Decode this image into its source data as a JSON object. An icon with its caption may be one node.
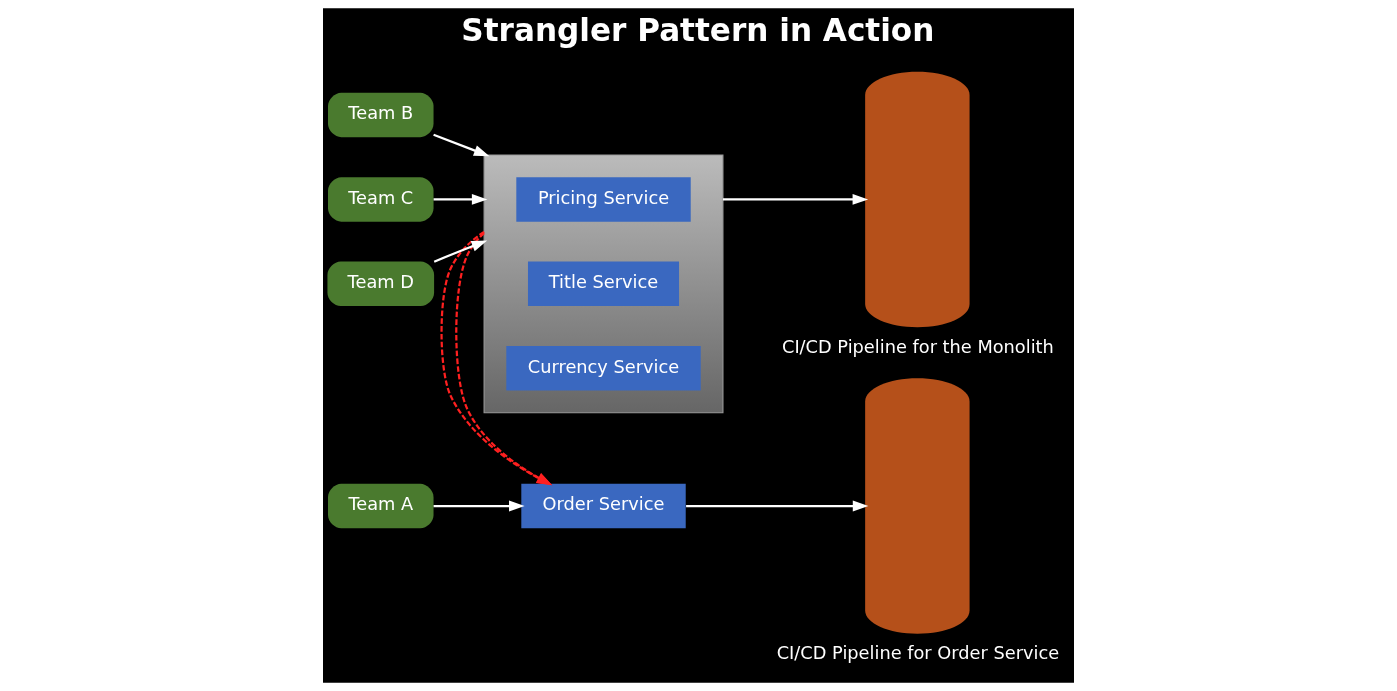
{
  "diagram": {
    "title": "Strangler Pattern in Action",
    "nodes": [
      {
        "text": [
          "Team A"
        ]
      },
      {
        "text": [
          "Order Service"
        ]
      },
      {
        "text": [],
        "shape": "cylinder",
        "beside": [
          "CI/CD Pipeline for Order Service"
        ]
      },
      {
        "text": [
          "Team B"
        ]
      },
      {
        "text": [],
        "shape": "box"
      },
      {
        "text": [
          "Pricing Service"
        ],
        "in": 4
      },
      {
        "text": [
          "Title Service"
        ],
        "in": 4
      },
      {
        "text": [
          "Team C"
        ]
      },
      {
        "text": [
          "Currency Service"
        ],
        "in": 4
      },
      {
        "text": [
          "Team D"
        ]
      },
      {
        "text": [],
        "shape": "cylinder",
        "beside": [
          "CI/CD Pipeline for the Monolith"
        ]
      }
    ],
    "edges": [
      {
        "from": 0,
        "to": 1,
        "arrow": "to"
      },
      {
        "from": 1,
        "to": 2,
        "arrow": "to"
      },
      {
        "from": 4,
        "to": 1,
        "arrow": "to",
        "style": "dashed",
        "color": "#ff2020"
      },
      {
        "from": 4,
        "to": 1,
        "arrow": "to",
        "style": "dashed",
        "color": "#ff2020"
      },
      {
        "from": 3,
        "to": 4,
        "arrow": "to"
      },
      {
        "from": 7,
        "to": 4,
        "arrow": "to"
      },
      {
        "from": 9,
        "to": 4,
        "arrow": "to"
      },
      {
        "from": 4,
        "to": 10,
        "arrow": "to"
      }
    ]
  }
}
